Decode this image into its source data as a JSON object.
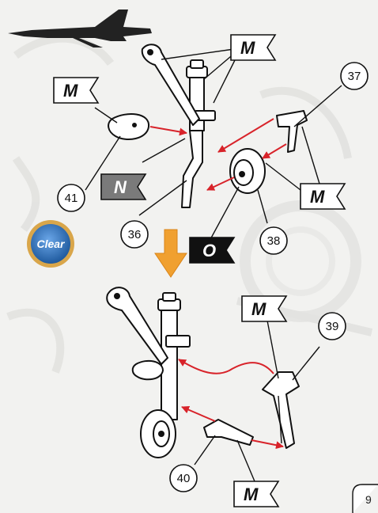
{
  "flags": {
    "m": "M",
    "n": "N",
    "o": "O"
  },
  "parts": {
    "p36": "36",
    "p37": "37",
    "p38": "38",
    "p39": "39",
    "p40": "40",
    "p41": "41"
  },
  "clear_badge": "Clear",
  "page_number": "9",
  "colors": {
    "arrow_red": "#d8232a",
    "down_arrow_orange": "#f0a030",
    "badge_blue": "#2a6fb8",
    "badge_ring": "#d9a64a",
    "flag_light": "#ffffff",
    "flag_grey": "#7a7a7a",
    "flag_black": "#111111"
  },
  "icons": [
    "aircraft-silhouette-icon",
    "down-arrow-icon"
  ]
}
